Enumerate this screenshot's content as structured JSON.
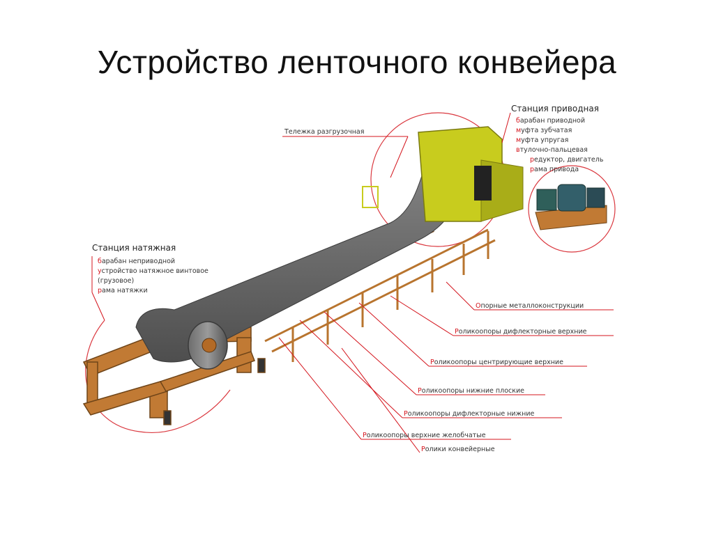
{
  "slide": {
    "title": "Устройство ленточного конвейера"
  },
  "labels": {
    "cart": "Тележка разгрузочная",
    "drive_station": {
      "header": "Станция приводная",
      "items": [
        {
          "first": "б",
          "rest": "арабан приводной"
        },
        {
          "first": "м",
          "rest": "уфта зубчатая"
        },
        {
          "first": "м",
          "rest": "уфта упругая"
        },
        {
          "first": "в",
          "rest": "тулочно-пальцевая"
        },
        {
          "first": "р",
          "rest": "едуктор, двигатель"
        },
        {
          "first": "р",
          "rest": "ама привода"
        }
      ]
    },
    "tension_station": {
      "header": "Станция натяжная",
      "items": [
        {
          "first": "б",
          "rest": "арабан неприводной"
        },
        {
          "first": "у",
          "rest": "стройство натяжное винтовое"
        },
        {
          "first": "",
          "rest": "(грузовое)"
        },
        {
          "first": "р",
          "rest": "ама натяжки"
        }
      ]
    },
    "callouts": [
      {
        "first": "О",
        "rest": "порные металлоконструкции"
      },
      {
        "first": "Р",
        "rest": "оликоопоры дифлекторные верхние"
      },
      {
        "first": "Р",
        "rest": "оликоопоры центрирующие верхние"
      },
      {
        "first": "Р",
        "rest": "оликоопоры нижние плоские"
      },
      {
        "first": "Р",
        "rest": "оликоопоры дифлекторные нижние"
      },
      {
        "first": "Р",
        "rest": "оликоопоры верхние желобчатые"
      },
      {
        "first": "Р",
        "rest": "олики конвейерные"
      }
    ]
  },
  "colors": {
    "belt": "#5f5f5f",
    "frame": "#b8742e",
    "accent": "#d4141c",
    "drive_housing": "#c8cc1e"
  }
}
